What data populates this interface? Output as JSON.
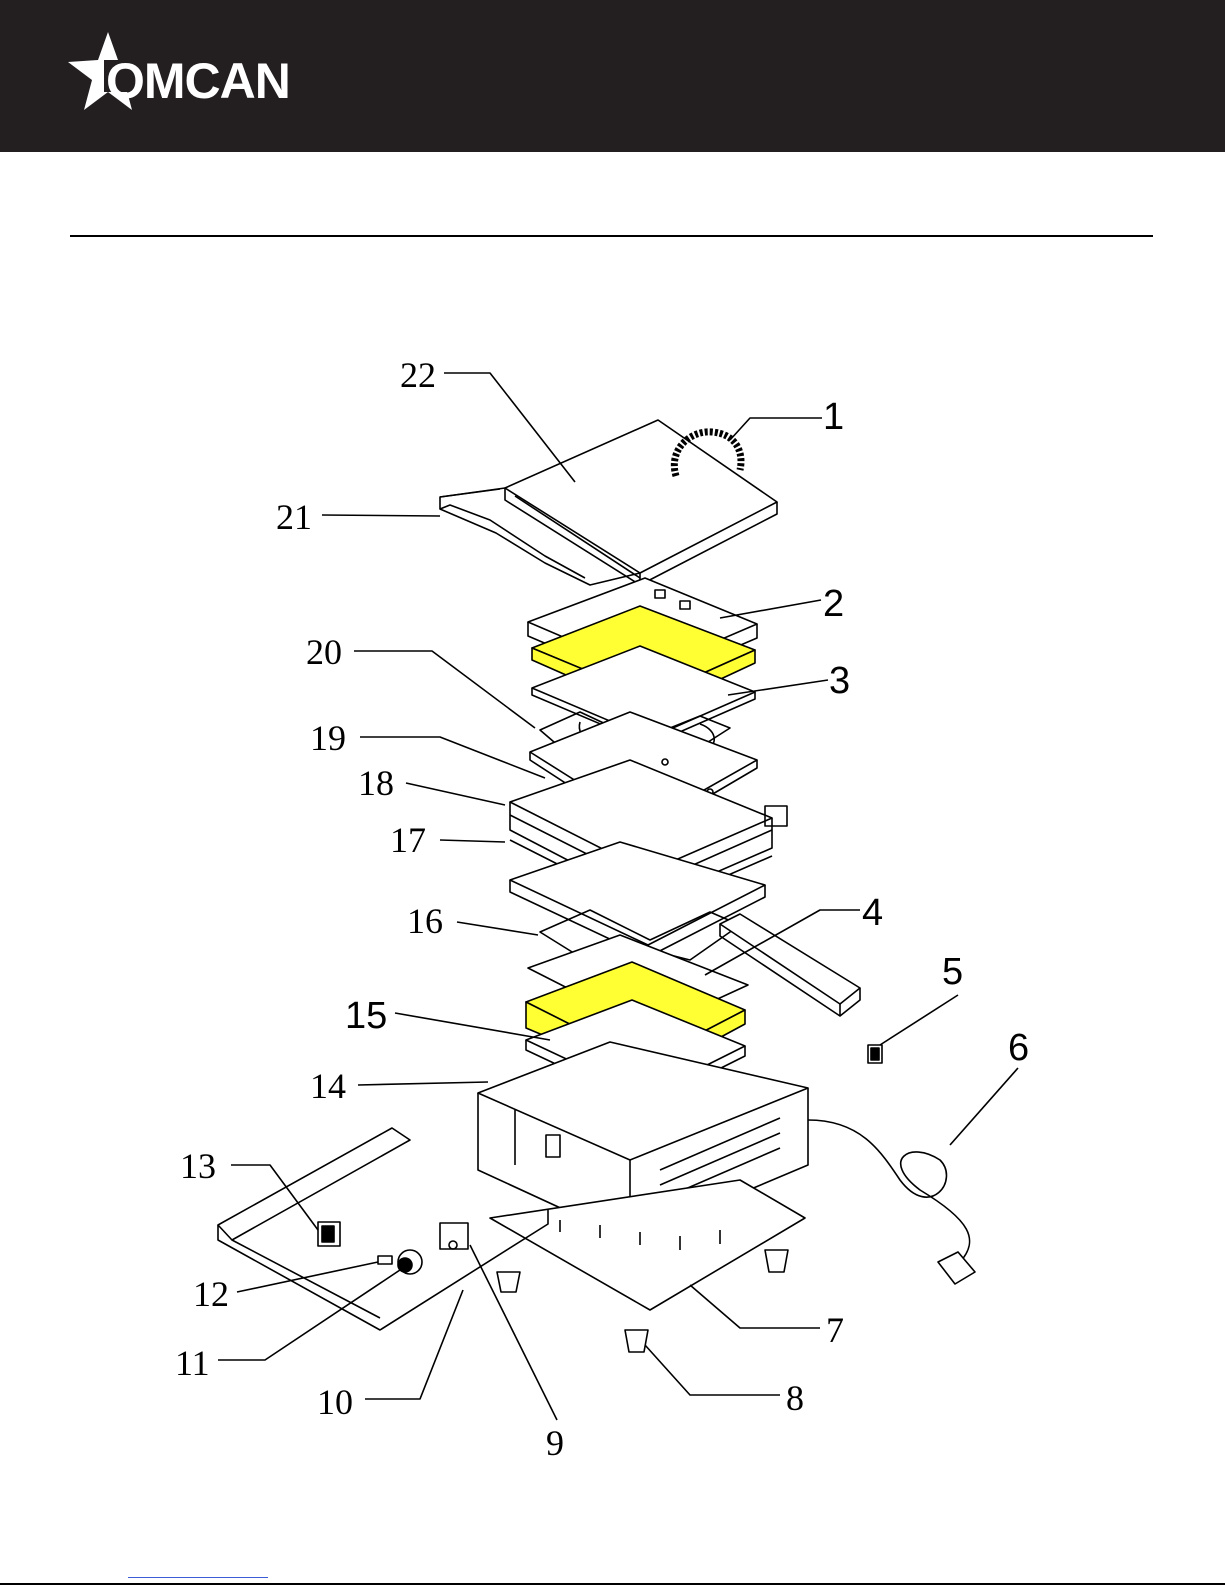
{
  "brand": {
    "name": "OMCAN",
    "colors": {
      "header_bg": "#231f20",
      "logo_fg": "#ffffff",
      "highlight": "#ffff33"
    }
  },
  "callouts": [
    {
      "number": "1",
      "font": "sans"
    },
    {
      "number": "2",
      "font": "sans"
    },
    {
      "number": "3",
      "font": "sans"
    },
    {
      "number": "4",
      "font": "sans"
    },
    {
      "number": "5",
      "font": "sans"
    },
    {
      "number": "6",
      "font": "sans"
    },
    {
      "number": "7",
      "font": "serif"
    },
    {
      "number": "8",
      "font": "serif"
    },
    {
      "number": "9",
      "font": "serif"
    },
    {
      "number": "10",
      "font": "serif"
    },
    {
      "number": "11",
      "font": "serif"
    },
    {
      "number": "12",
      "font": "serif"
    },
    {
      "number": "13",
      "font": "serif"
    },
    {
      "number": "14",
      "font": "serif"
    },
    {
      "number": "15",
      "font": "sans"
    },
    {
      "number": "16",
      "font": "serif"
    },
    {
      "number": "17",
      "font": "serif"
    },
    {
      "number": "18",
      "font": "serif"
    },
    {
      "number": "19",
      "font": "serif"
    },
    {
      "number": "20",
      "font": "serif"
    },
    {
      "number": "21",
      "font": "serif"
    },
    {
      "number": "22",
      "font": "serif"
    }
  ]
}
